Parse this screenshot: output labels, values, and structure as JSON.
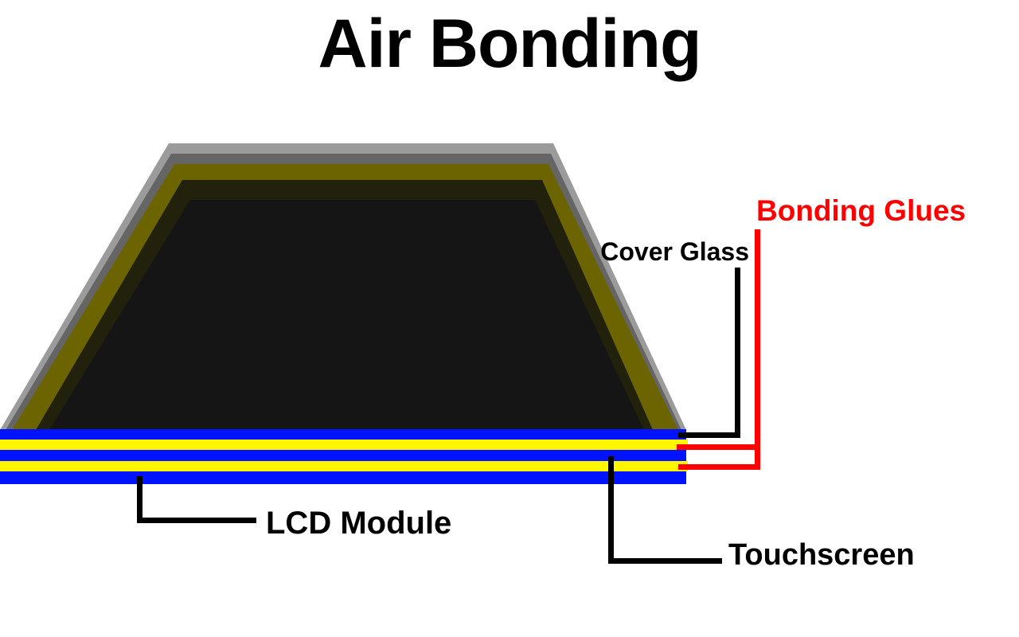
{
  "title": "Air Bonding",
  "labels": {
    "bonding_glues": "Bonding Glues",
    "cover_glass": "Cover Glass",
    "lcd_module": "LCD Module",
    "touchscreen": "Touchscreen"
  },
  "colors": {
    "background": "#ffffff",
    "title_text": "#000000",
    "label_text": "#000000",
    "bonding_glues_red": "#ff0000",
    "connector_black": "#000000",
    "layer_blue": "#0013ff",
    "layer_yellow": "#fff600",
    "frame_outer_gray": "#9b9b9b",
    "frame_inner_gray": "#656565",
    "frame_olive": "#6b6400",
    "frame_dark_olive": "#22220c",
    "screen_black": "#151515"
  },
  "diagram": {
    "type": "layer-stack",
    "layers": [
      {
        "label": "Cover Glass",
        "color": "#0013ff"
      },
      {
        "label": "Bonding Glues",
        "color": "#fff600"
      },
      {
        "label": "Touchscreen",
        "color": "#0013ff"
      },
      {
        "label": "Bonding Glues",
        "color": "#fff600"
      },
      {
        "label": "LCD Module",
        "color": "#0013ff"
      }
    ]
  }
}
